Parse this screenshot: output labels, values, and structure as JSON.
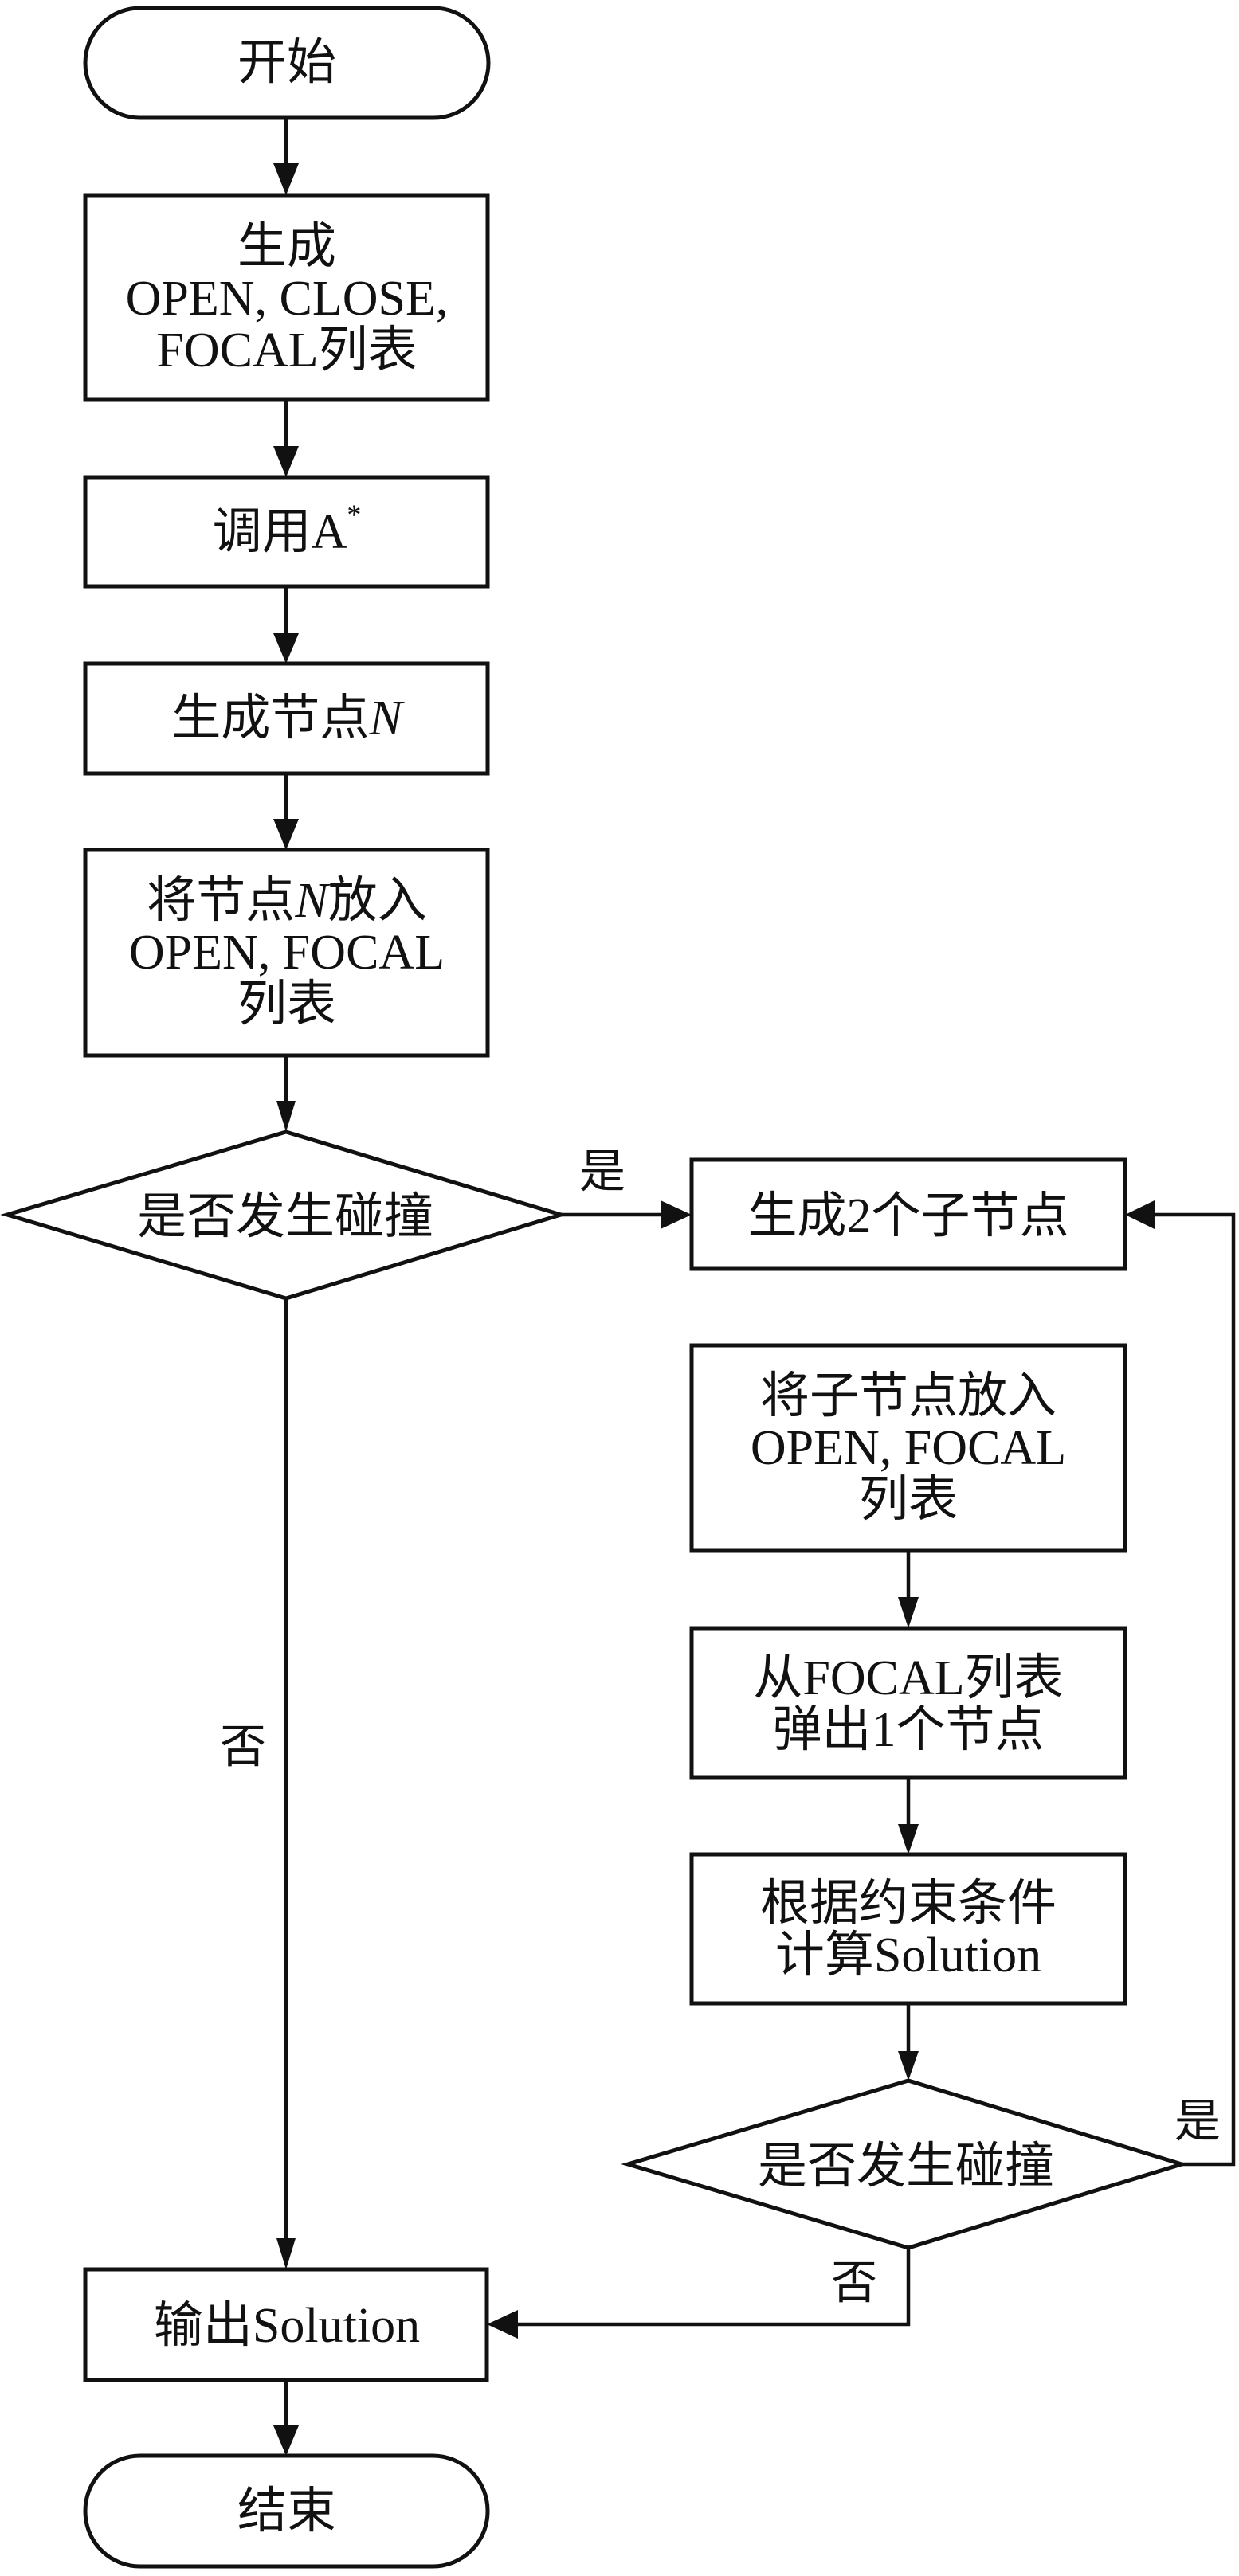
{
  "diagram": {
    "type": "flowchart",
    "nodes": {
      "start": {
        "shape": "terminal",
        "lines": [
          "开始"
        ]
      },
      "init_lists": {
        "shape": "process",
        "lines": [
          "生成",
          "OPEN, CLOSE,",
          "FOCAL列表"
        ]
      },
      "call_astar": {
        "shape": "process",
        "lines": [
          "调用A*"
        ],
        "main": "调用A",
        "sup": "*"
      },
      "gen_node": {
        "shape": "process",
        "lines": [
          "生成节点N"
        ],
        "main": "生成节点",
        "var": "N"
      },
      "put_node": {
        "shape": "process",
        "lines": [
          "将节点N放入",
          "OPEN, FOCAL",
          "列表"
        ],
        "line1_pre": "将节点",
        "line1_var": "N",
        "line1_post": "放入"
      },
      "collision1": {
        "shape": "decision",
        "lines": [
          "是否发生碰撞"
        ]
      },
      "gen_children": {
        "shape": "process",
        "lines": [
          "生成2个子节点"
        ]
      },
      "put_children": {
        "shape": "process",
        "lines": [
          "将子节点放入",
          "OPEN, FOCAL",
          "列表"
        ]
      },
      "pop_focal": {
        "shape": "process",
        "lines": [
          "从FOCAL列表",
          "弹出1个节点"
        ]
      },
      "compute": {
        "shape": "process",
        "lines": [
          "根据约束条件",
          "计算Solution"
        ]
      },
      "collision2": {
        "shape": "decision",
        "lines": [
          "是否发生碰撞"
        ]
      },
      "output": {
        "shape": "process",
        "lines": [
          "输出Solution"
        ]
      },
      "end": {
        "shape": "terminal",
        "lines": [
          "结束"
        ]
      }
    },
    "edge_labels": {
      "yes1": "是",
      "no1": "否",
      "yes2": "是",
      "no2": "否"
    },
    "edges": [
      {
        "from": "start",
        "to": "init_lists"
      },
      {
        "from": "init_lists",
        "to": "call_astar"
      },
      {
        "from": "call_astar",
        "to": "gen_node"
      },
      {
        "from": "gen_node",
        "to": "put_node"
      },
      {
        "from": "put_node",
        "to": "collision1"
      },
      {
        "from": "collision1",
        "to": "gen_children",
        "label": "是"
      },
      {
        "from": "collision1",
        "to": "output",
        "label": "否"
      },
      {
        "from": "put_children",
        "to": "pop_focal"
      },
      {
        "from": "pop_focal",
        "to": "compute"
      },
      {
        "from": "compute",
        "to": "collision2"
      },
      {
        "from": "collision2",
        "to": "gen_children",
        "label": "是"
      },
      {
        "from": "collision2",
        "to": "output",
        "label": "否"
      },
      {
        "from": "output",
        "to": "end"
      }
    ],
    "colors": {
      "stroke": "#111111",
      "background": "#ffffff"
    }
  }
}
